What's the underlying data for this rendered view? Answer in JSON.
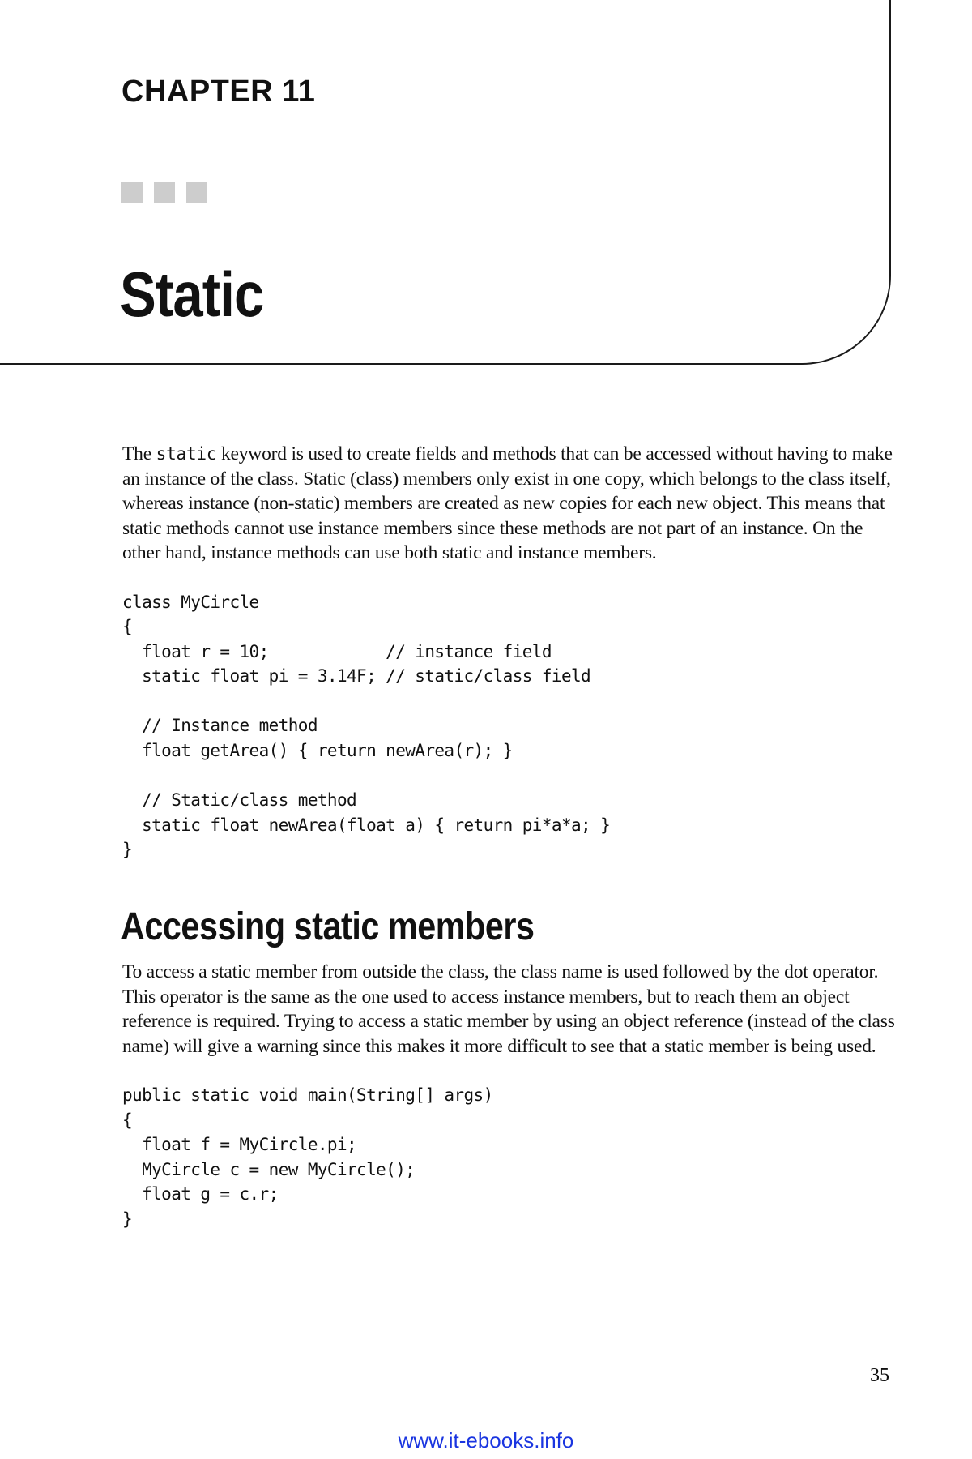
{
  "chapter": {
    "label": "CHAPTER 11",
    "title": "Static"
  },
  "intro": {
    "before_keyword": "The ",
    "keyword": "static",
    "after_keyword": " keyword is used to create fields and methods that can be accessed without having to make an instance of the class. Static (class) members only exist in one copy, which belongs to the class itself, whereas instance (non-static) members are created as new copies for each new object. This means that static methods cannot use instance members since these methods are not part of an instance. On the other hand, instance methods can use both static and instance members."
  },
  "code_example_1": "class MyCircle\n{\n  float r = 10;            // instance field\n  static float pi = 3.14F; // static/class field\n\n  // Instance method\n  float getArea() { return newArea(r); }\n\n  // Static/class method\n  static float newArea(float a) { return pi*a*a; }\n}",
  "section": {
    "heading": "Accessing static members",
    "paragraph": "To access a static member from outside the class, the class name is used followed by the dot operator. This operator is the same as the one used to access instance members, but to reach them an object reference is required. Trying to access a static member by using an object reference (instead of the class name) will give a warning since this makes it more difficult to see that a static member is being used."
  },
  "code_example_2": "public static void main(String[] args)\n{\n  float f = MyCircle.pi;\n  MyCircle c = new MyCircle();\n  float g = c.r;\n}",
  "page_number": "35",
  "footer_link": "www.it-ebooks.info",
  "colors": {
    "text": "#111111",
    "square": "#cdcdcd",
    "link": "#1a35e0"
  }
}
